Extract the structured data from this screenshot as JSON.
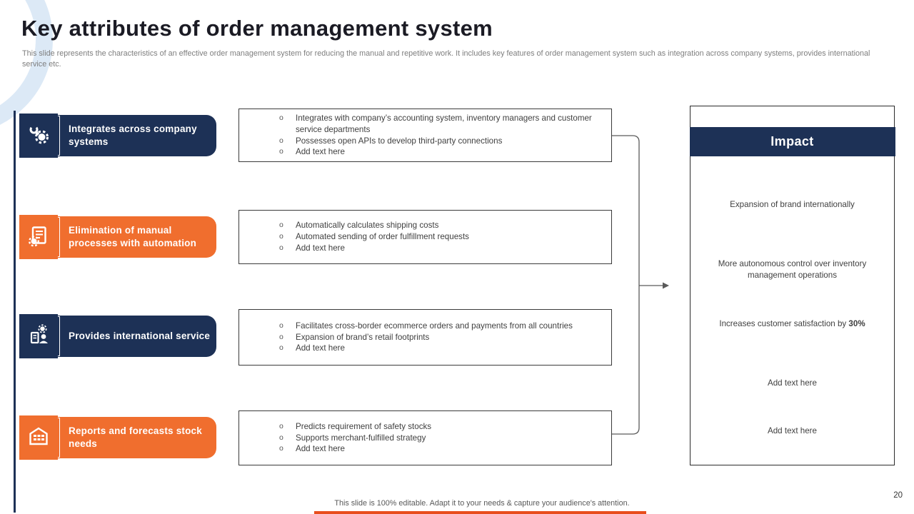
{
  "slide": {
    "title": "Key attributes of order management system",
    "subtitle": "This slide represents the characteristics of an effective order management system for reducing the manual and repetitive work. It includes key features of order management system such as integration across company systems, provides international service etc.",
    "footer": "This slide is 100% editable. Adapt it to your needs & capture your audience's attention.",
    "page_number": "20"
  },
  "colors": {
    "navy": "#1d3156",
    "orange": "#f06e2e",
    "accent_bar": "#e84e1d",
    "ring_blue": "#dce9f6",
    "line_gray": "#5a5a5a"
  },
  "attributes": [
    {
      "label": "Integrates across company systems",
      "theme": "navy",
      "icon": "wrench-gear-icon",
      "points": [
        "Integrates with company’s accounting system, inventory managers and customer service departments",
        "Possesses open APIs to develop third-party connections",
        "Add text here"
      ]
    },
    {
      "label": "Elimination of manual processes with automation",
      "theme": "orange",
      "icon": "document-gear-icon",
      "points": [
        "Automatically calculates shipping costs",
        "Automated sending of order fulfillment requests",
        "Add text here"
      ]
    },
    {
      "label": "Provides international service",
      "theme": "navy",
      "icon": "international-service-icon",
      "points": [
        "Facilitates cross-border ecommerce orders and payments from all countries",
        "Expansion of brand’s retail footprints",
        "Add text here"
      ]
    },
    {
      "label": "Reports and forecasts stock needs",
      "theme": "orange",
      "icon": "warehouse-icon",
      "points": [
        "Predicts requirement of safety stocks",
        "Supports merchant-fulfilled strategy",
        "Add text here"
      ]
    }
  ],
  "impact": {
    "header": "Impact",
    "items": [
      {
        "text": "Expansion of brand internationally",
        "bold": null
      },
      {
        "text": "More autonomous control over inventory management operations",
        "bold": null
      },
      {
        "text": "Increases customer satisfaction by 30%",
        "bold": "30%"
      },
      {
        "text": "Add text here",
        "bold": null
      },
      {
        "text": "Add text here",
        "bold": null
      }
    ]
  }
}
